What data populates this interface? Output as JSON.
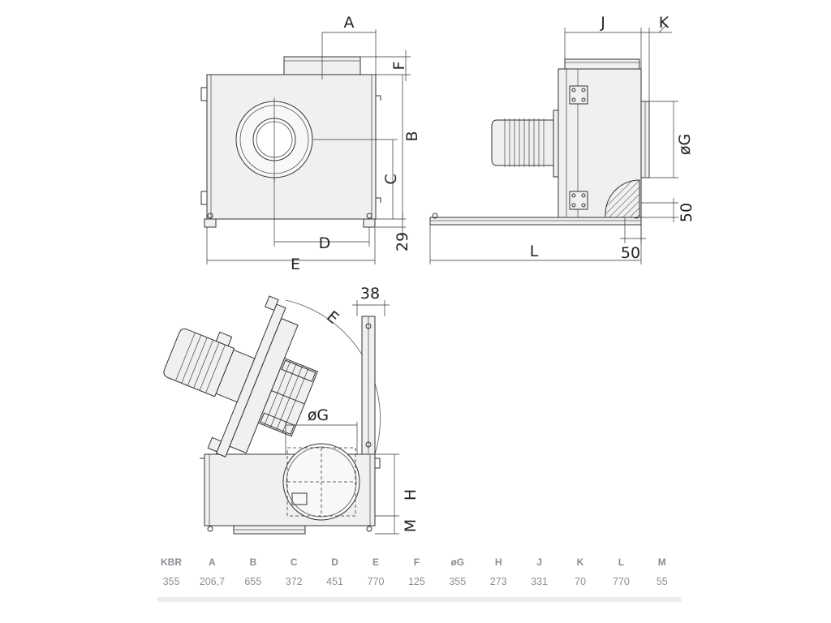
{
  "labels": {
    "A": "A",
    "B": "B",
    "C": "C",
    "D": "D",
    "E": "E",
    "F": "F",
    "dim29": "29",
    "J": "J",
    "K": "K",
    "G": "øG",
    "dim50_vert": "50",
    "L": "L",
    "dim50_horiz": "50",
    "dim38": "38",
    "E_arc": "E",
    "G_bottom": "øG",
    "H": "H",
    "M": "M"
  },
  "table": {
    "headers": [
      "KBR",
      "A",
      "B",
      "C",
      "D",
      "E",
      "F",
      "øG",
      "H",
      "J",
      "K",
      "L",
      "M"
    ],
    "values": [
      "355",
      "206,7",
      "655",
      "372",
      "451",
      "770",
      "125",
      "355",
      "273",
      "331",
      "70",
      "770",
      "55"
    ]
  }
}
